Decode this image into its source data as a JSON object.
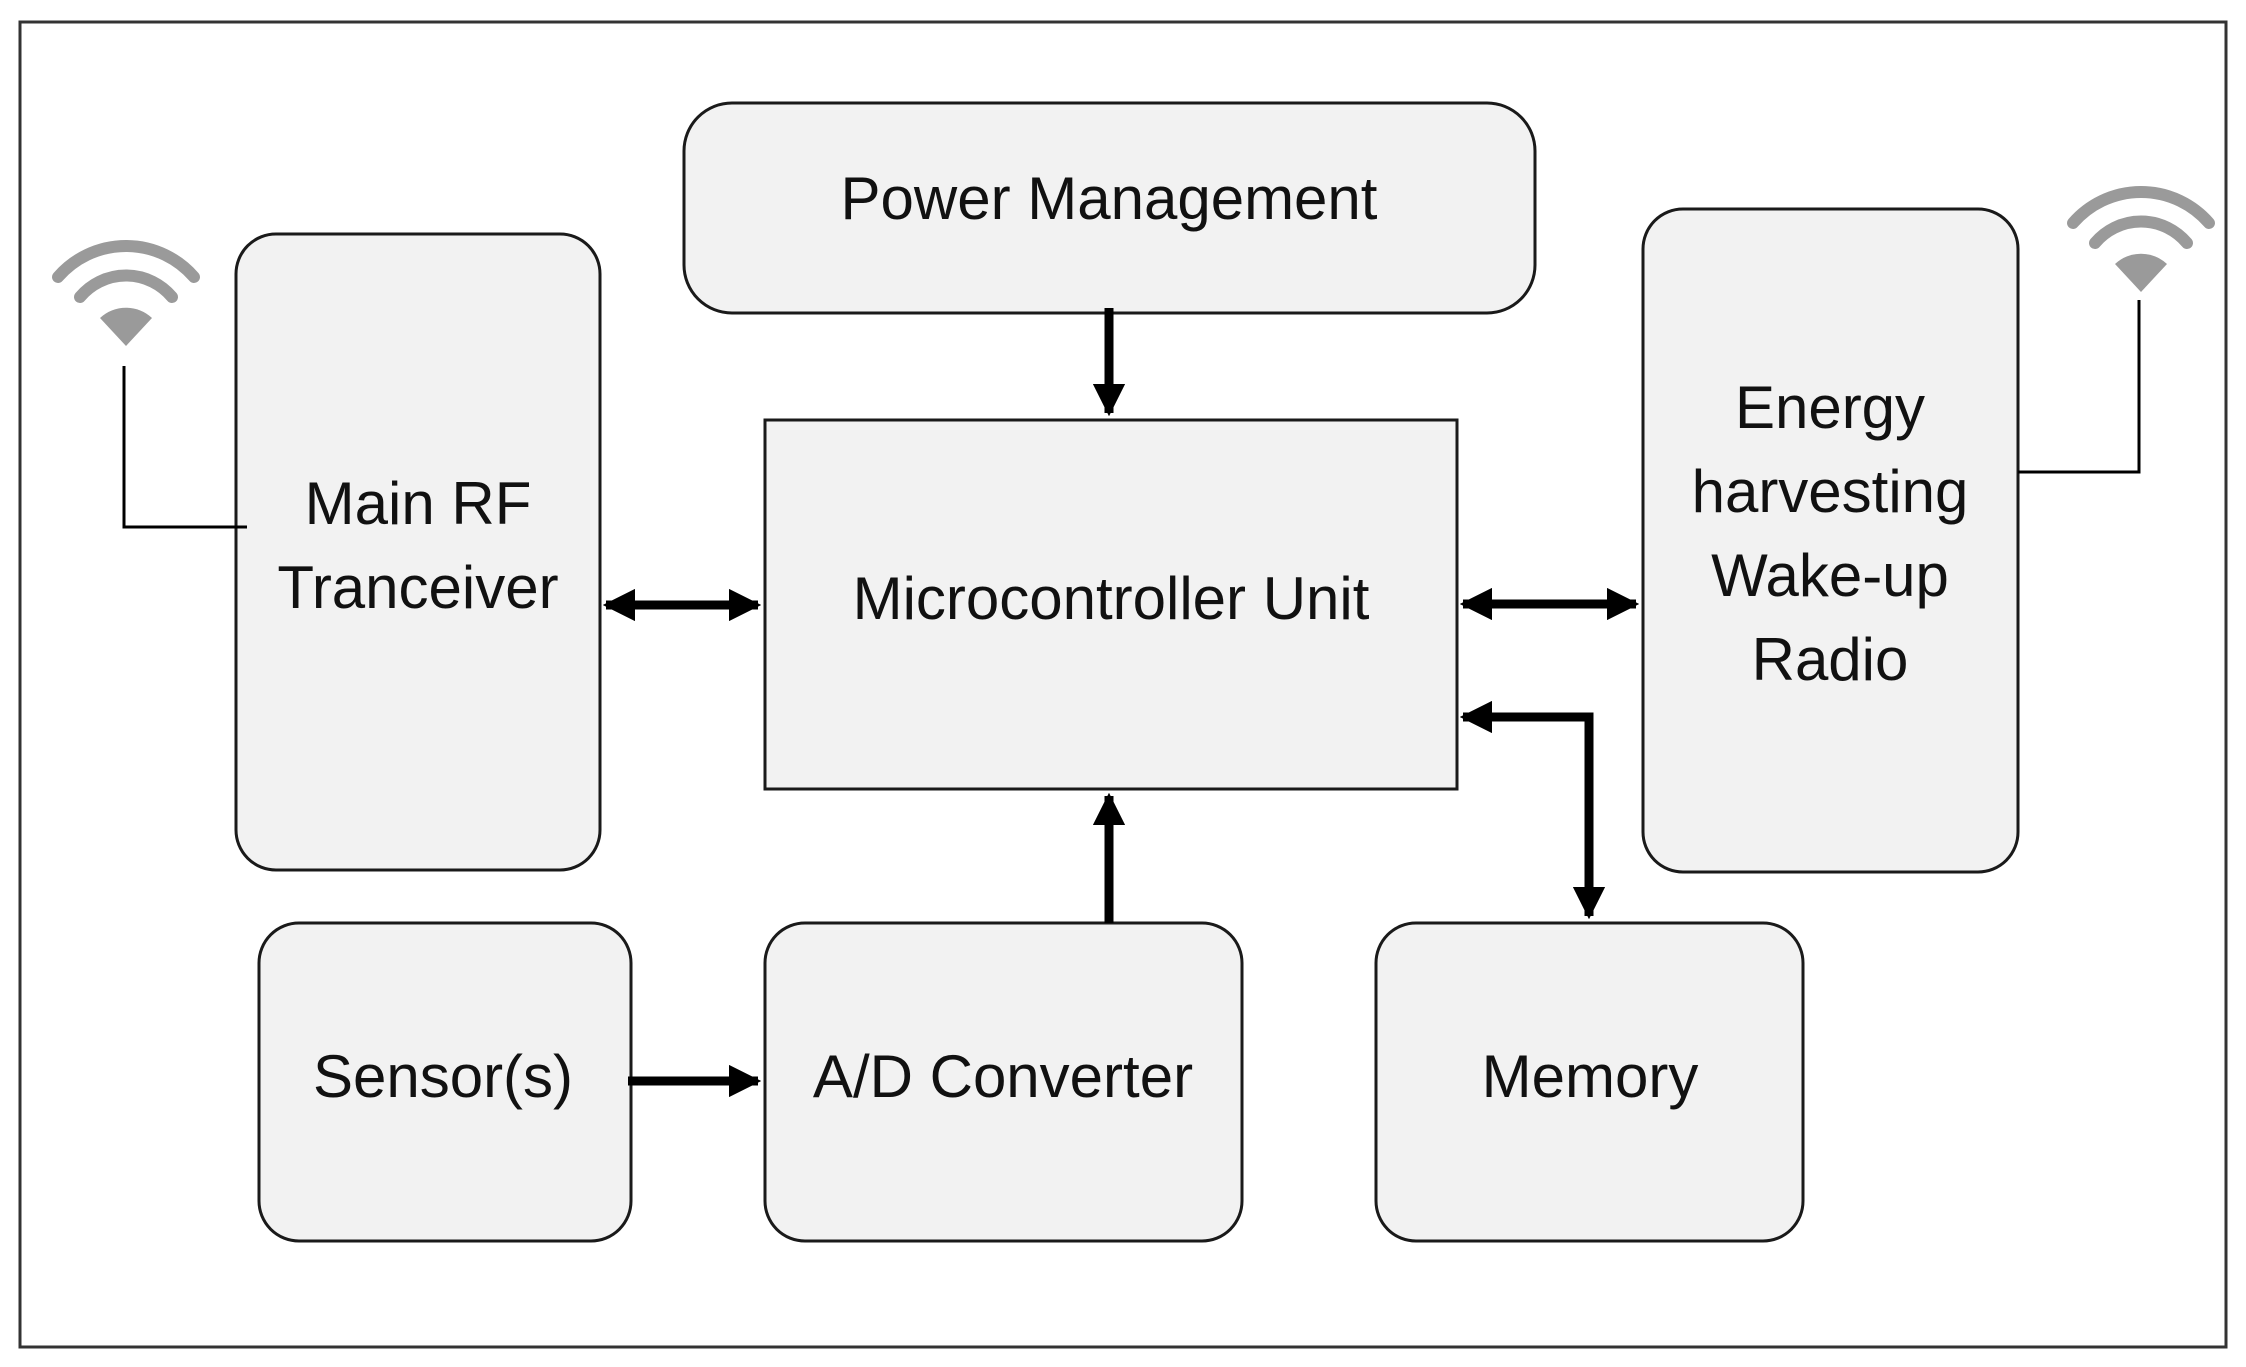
{
  "diagram": {
    "blocks": {
      "power_management": "Power Management",
      "main_rf": [
        "Main RF",
        "Tranceiver"
      ],
      "mcu": "Microcontroller Unit",
      "energy_harvesting": [
        "Energy",
        "harvesting",
        "Wake-up",
        "Radio"
      ],
      "sensors": "Sensor(s)",
      "adc": "A/D Converter",
      "memory": "Memory"
    },
    "icons": {
      "left_antenna": "wifi-icon",
      "right_antenna": "wifi-icon"
    },
    "colors": {
      "block_fill": "#f2f2f2",
      "border": "#1a1a1a",
      "arrow": "#000000",
      "wifi": "#9a9a9a"
    }
  }
}
